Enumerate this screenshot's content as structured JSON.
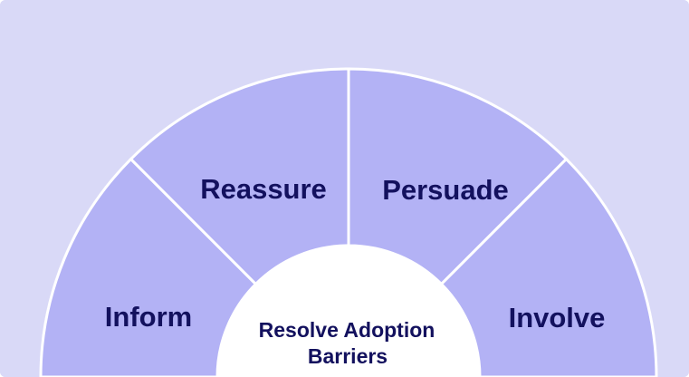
{
  "diagram": {
    "center": {
      "line1": "Resolve Adoption",
      "line2": "Barriers"
    },
    "segments": [
      {
        "id": "inform",
        "label": "Inform"
      },
      {
        "id": "reassure",
        "label": "Reassure"
      },
      {
        "id": "persuade",
        "label": "Persuade"
      },
      {
        "id": "involve",
        "label": "Involve"
      }
    ],
    "colors": {
      "background": "#d9d9f7",
      "segment_fill": "#b3b2f5",
      "divider": "#ffffff",
      "center_fill": "#ffffff",
      "text": "#13115e"
    }
  }
}
